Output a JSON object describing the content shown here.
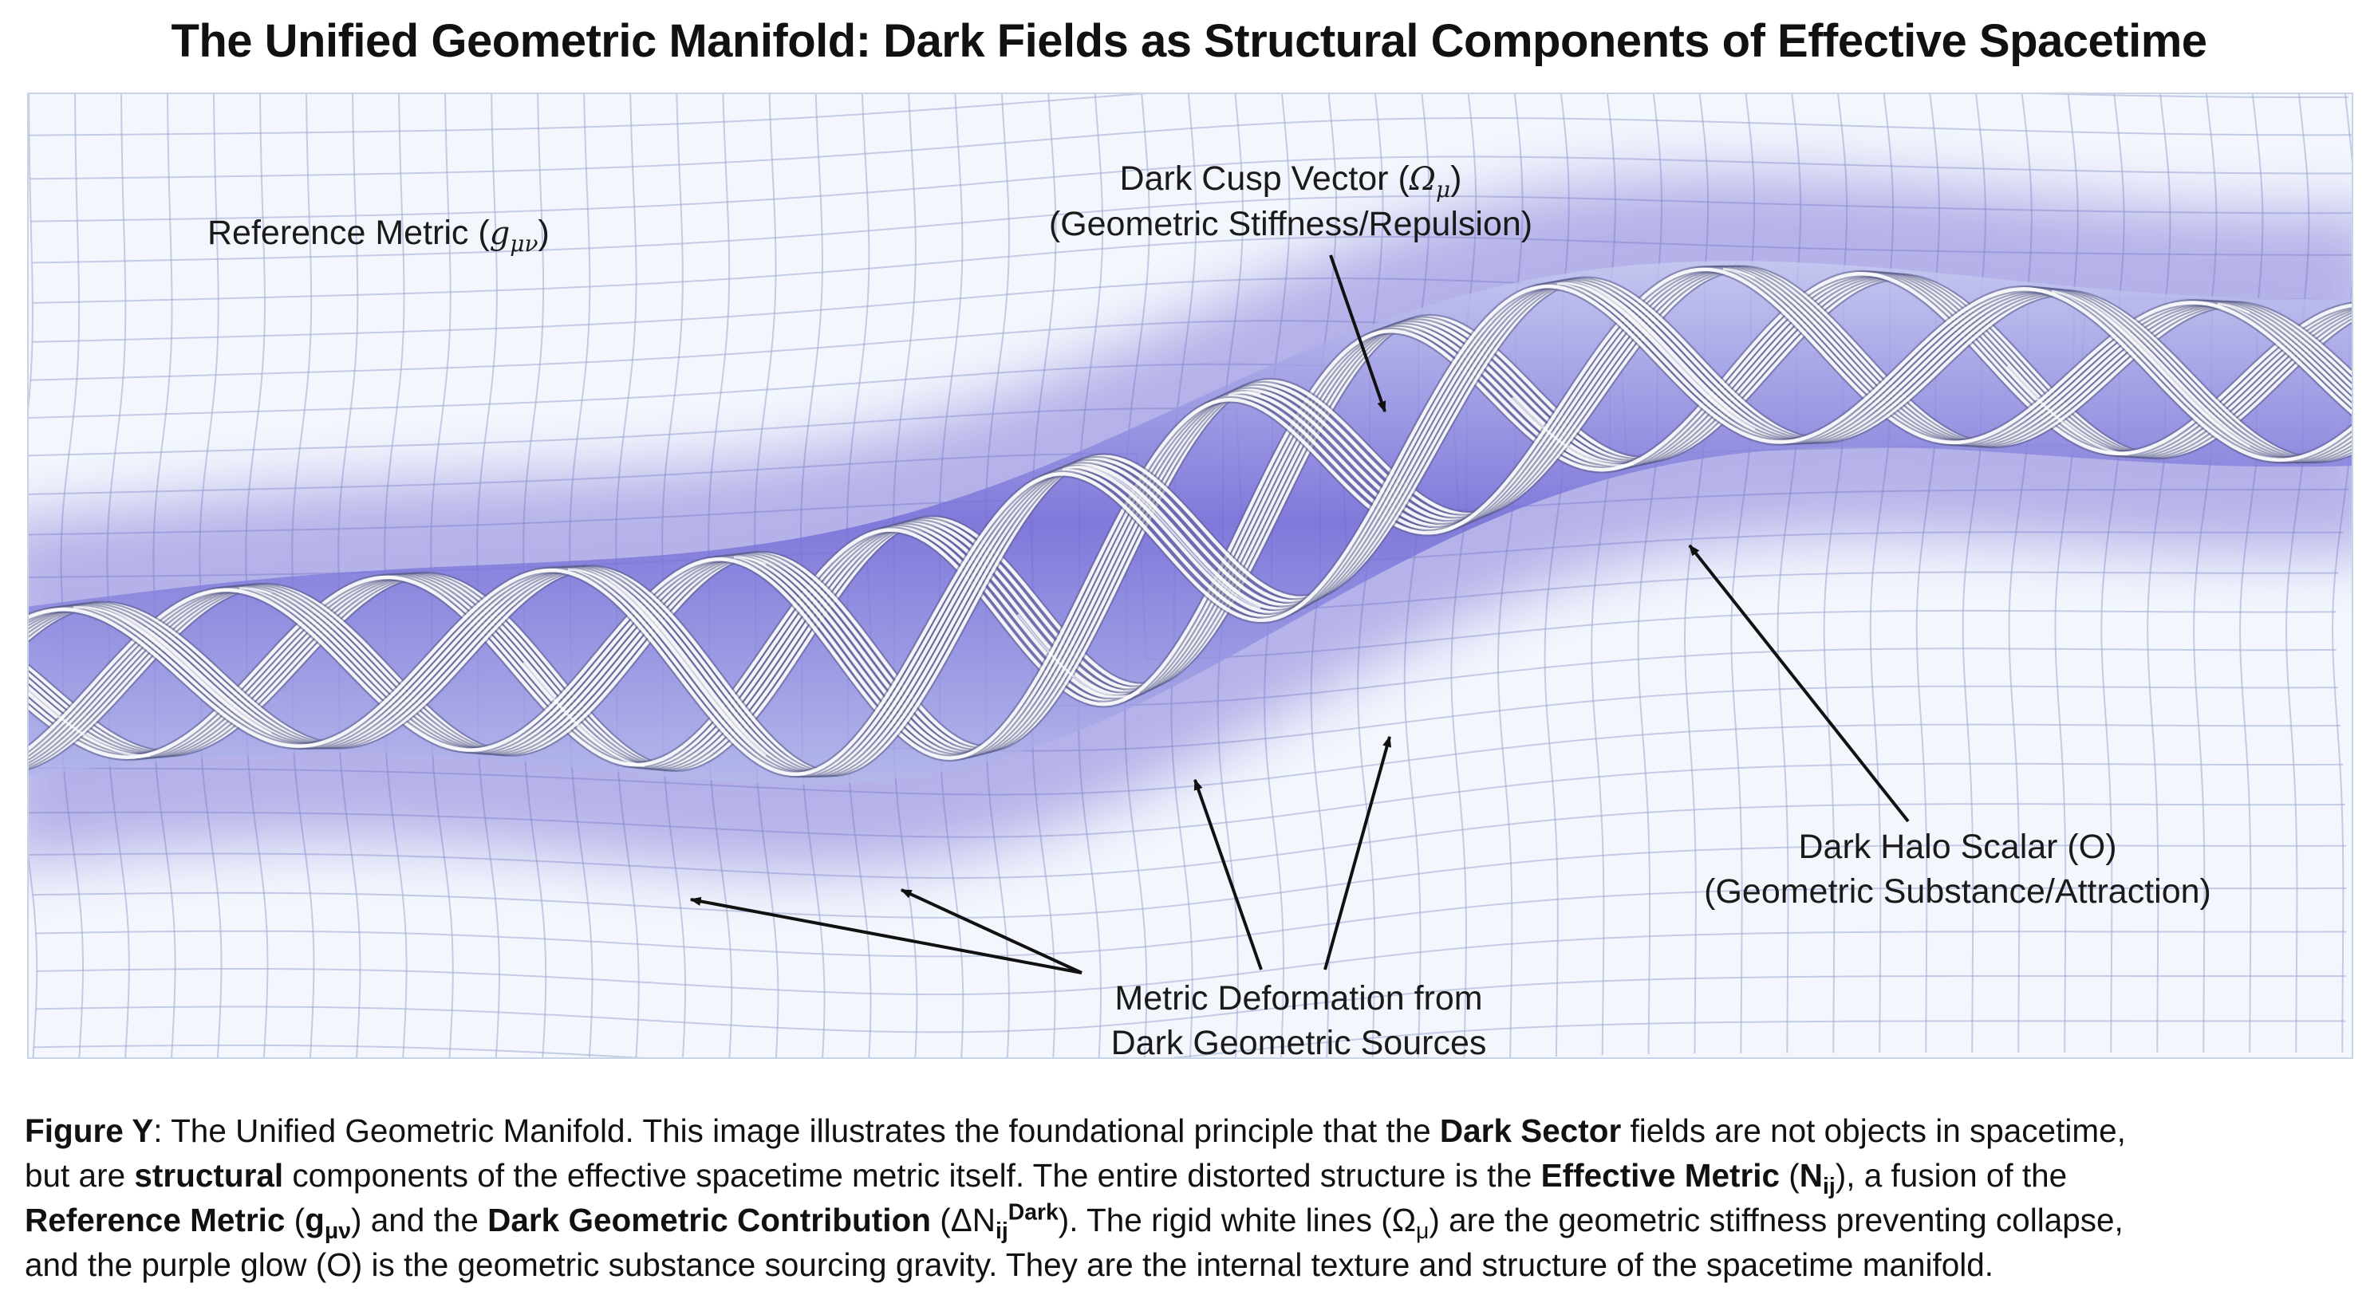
{
  "title": "The Unified Geometric Manifold: Dark Fields as Structural Components of Effective Spacetime",
  "labels": {
    "reference_metric": "Reference Metric (",
    "reference_metric_symbol": "g",
    "reference_metric_sub": "μν",
    "reference_metric_close": ")",
    "cusp_line1_pre": "Dark Cusp Vector (",
    "cusp_symbol": "Ω",
    "cusp_sub": "μ",
    "cusp_line1_close": ")",
    "cusp_line2": "(Geometric Stiffness/Repulsion)",
    "halo_line1": "Dark Halo Scalar (O)",
    "halo_line2": "(Geometric Substance/Attraction)",
    "deform_line1": "Metric Deformation from",
    "deform_line2": "Dark Geometric Sources"
  },
  "caption": {
    "l1_a": "Figure Y",
    "l1_b": ": The Unified Geometric Manifold. This image illustrates the foundational principle that the ",
    "l1_c": "Dark Sector",
    "l1_d": " fields are not objects in spacetime,",
    "l2_a": "but are ",
    "l2_b": "structural",
    "l2_c": " components of the effective spacetime metric itself. The entire distorted structure is the ",
    "l2_d": "Effective Metric",
    "l2_e": " (",
    "l2_f": "N",
    "l2_g": "ij",
    "l2_h": "), a fusion of the",
    "l3_a": "Reference Metric",
    "l3_b": " (",
    "l3_c": "g",
    "l3_d": "μν",
    "l3_e": ") and the ",
    "l3_f": "Dark Geometric Contribution",
    "l3_g": " (ΔN",
    "l3_h": "ij",
    "l3_i": "Dark",
    "l3_j": "). The rigid white lines (Ω",
    "l3_k": "μ",
    "l3_l": ") are the geometric stiffness preventing collapse,",
    "l4": "and the purple glow (O) is the geometric substance sourcing gravity. They are the internal texture and structure of the spacetime manifold."
  },
  "colors": {
    "background": "#f3f7fd",
    "grid": "#9aa7d2",
    "glow": "#6a5fd0",
    "strand_light": "#ffffff",
    "strand_dark": "#5b5f8c",
    "arrow": "#111111"
  }
}
